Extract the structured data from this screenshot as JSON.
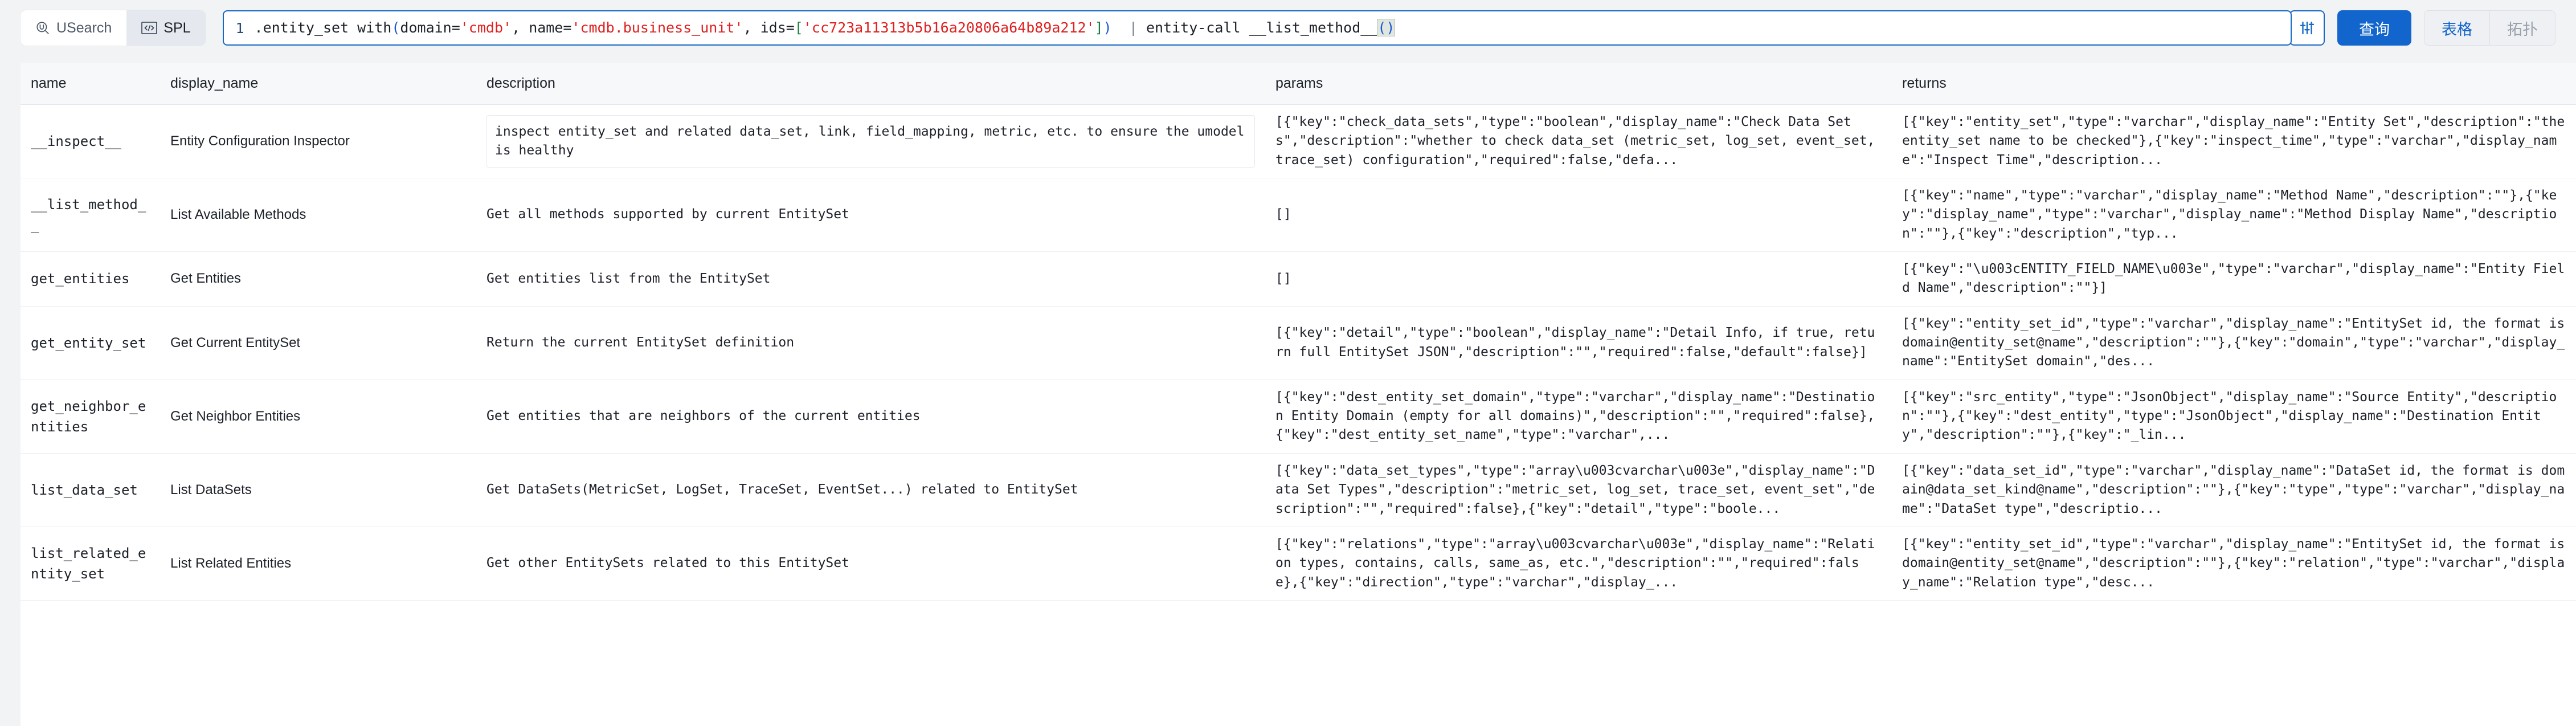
{
  "topbar": {
    "modes": [
      {
        "label": "USearch",
        "icon": "usearch-logo-icon",
        "active": false
      },
      {
        "label": "SPL",
        "icon": "code-brackets-icon",
        "active": true
      }
    ],
    "query": {
      "line_number": "1",
      "segments": [
        {
          "t": ".entity_set with",
          "c": "plain"
        },
        {
          "t": "(",
          "c": "paren"
        },
        {
          "t": "domain=",
          "c": "plain"
        },
        {
          "t": "'cmdb'",
          "c": "str"
        },
        {
          "t": ", name=",
          "c": "plain"
        },
        {
          "t": "'cmdb.business_unit'",
          "c": "str"
        },
        {
          "t": ", ids=",
          "c": "plain"
        },
        {
          "t": "[",
          "c": "bracket"
        },
        {
          "t": "'cc723a11313b5b16a20806a64b89a212'",
          "c": "str"
        },
        {
          "t": "]",
          "c": "bracket"
        },
        {
          "t": ")",
          "c": "paren"
        },
        {
          "t": "  ",
          "c": "plain"
        },
        {
          "t": "|",
          "c": "pipe"
        },
        {
          "t": " entity-call __list_method__",
          "c": "plain"
        },
        {
          "t": "CARET",
          "c": "caret"
        },
        {
          "t": "()",
          "c": "paren-hl"
        }
      ],
      "full_text": ".entity_set with(domain='cmdb', name='cmdb.business_unit', ids=['cc723a11313b5b16a20806a64b89a212'])  | entity-call __list_method__()"
    },
    "settings_icon": "sliders-icon",
    "run_label": "查询",
    "view_modes": [
      {
        "label": "表格",
        "active": true
      },
      {
        "label": "拓扑",
        "active": false
      }
    ],
    "accent_color": "#1265cc",
    "border_color": "#1769c4"
  },
  "table": {
    "columns": [
      "name",
      "display_name",
      "description",
      "params",
      "returns"
    ],
    "rows": [
      {
        "name": "__inspect__",
        "display_name": "Entity Configuration Inspector",
        "description": "inspect entity_set and related data_set, link, field_mapping, metric, etc. to ensure the umodel is healthy",
        "description_boxed": true,
        "params": "[{\"key\":\"check_data_sets\",\"type\":\"boolean\",\"display_name\":\"Check Data Sets\",\"description\":\"whether to check data_set (metric_set, log_set, event_set, trace_set) configuration\",\"required\":false,\"defa...",
        "returns": "[{\"key\":\"entity_set\",\"type\":\"varchar\",\"display_name\":\"Entity Set\",\"description\":\"the entity_set name to be checked\"},{\"key\":\"inspect_time\",\"type\":\"varchar\",\"display_name\":\"Inspect Time\",\"description..."
      },
      {
        "name": "__list_method__",
        "display_name": "List Available Methods",
        "description": "Get all methods supported by current EntitySet",
        "description_boxed": false,
        "params": "[]",
        "returns": "[{\"key\":\"name\",\"type\":\"varchar\",\"display_name\":\"Method Name\",\"description\":\"\"},{\"key\":\"display_name\",\"type\":\"varchar\",\"display_name\":\"Method Display Name\",\"description\":\"\"},{\"key\":\"description\",\"typ..."
      },
      {
        "name": "get_entities",
        "display_name": "Get Entities",
        "description": "Get entities list from the EntitySet",
        "description_boxed": false,
        "params": "[]",
        "returns": "[{\"key\":\"\\u003cENTITY_FIELD_NAME\\u003e\",\"type\":\"varchar\",\"display_name\":\"Entity Field Name\",\"description\":\"\"}]"
      },
      {
        "name": "get_entity_set",
        "display_name": "Get Current EntitySet",
        "description": "Return the current EntitySet definition",
        "description_boxed": false,
        "params": "[{\"key\":\"detail\",\"type\":\"boolean\",\"display_name\":\"Detail Info, if true, return full EntitySet JSON\",\"description\":\"\",\"required\":false,\"default\":false}]",
        "returns": "[{\"key\":\"entity_set_id\",\"type\":\"varchar\",\"display_name\":\"EntitySet id, the format is domain@entity_set@name\",\"description\":\"\"},{\"key\":\"domain\",\"type\":\"varchar\",\"display_name\":\"EntitySet domain\",\"des..."
      },
      {
        "name": "get_neighbor_entities",
        "display_name": "Get Neighbor Entities",
        "description": "Get entities that are neighbors of the current entities",
        "description_boxed": false,
        "params": "[{\"key\":\"dest_entity_set_domain\",\"type\":\"varchar\",\"display_name\":\"Destination Entity Domain (empty for all domains)\",\"description\":\"\",\"required\":false},{\"key\":\"dest_entity_set_name\",\"type\":\"varchar\",...",
        "returns": "[{\"key\":\"src_entity\",\"type\":\"JsonObject\",\"display_name\":\"Source Entity\",\"description\":\"\"},{\"key\":\"dest_entity\",\"type\":\"JsonObject\",\"display_name\":\"Destination Entity\",\"description\":\"\"},{\"key\":\"_lin..."
      },
      {
        "name": "list_data_set",
        "display_name": "List DataSets",
        "description": "Get DataSets(MetricSet, LogSet, TraceSet, EventSet...) related to EntitySet",
        "description_boxed": false,
        "params": "[{\"key\":\"data_set_types\",\"type\":\"array\\u003cvarchar\\u003e\",\"display_name\":\"Data Set Types\",\"description\":\"metric_set, log_set, trace_set, event_set\",\"description\":\"\",\"required\":false},{\"key\":\"detail\",\"type\":\"boole...",
        "returns": "[{\"key\":\"data_set_id\",\"type\":\"varchar\",\"display_name\":\"DataSet id, the format is domain@data_set_kind@name\",\"description\":\"\"},{\"key\":\"type\",\"type\":\"varchar\",\"display_name\":\"DataSet type\",\"descriptio..."
      },
      {
        "name": "list_related_entity_set",
        "display_name": "List Related Entities",
        "description": "Get other EntitySets related to this EntitySet",
        "description_boxed": false,
        "params": "[{\"key\":\"relations\",\"type\":\"array\\u003cvarchar\\u003e\",\"display_name\":\"Relation types, contains, calls, same_as, etc.\",\"description\":\"\",\"required\":false},{\"key\":\"direction\",\"type\":\"varchar\",\"display_...",
        "returns": "[{\"key\":\"entity_set_id\",\"type\":\"varchar\",\"display_name\":\"EntitySet id, the format is domain@entity_set@name\",\"description\":\"\"},{\"key\":\"relation\",\"type\":\"varchar\",\"display_name\":\"Relation type\",\"desc..."
      }
    ]
  }
}
